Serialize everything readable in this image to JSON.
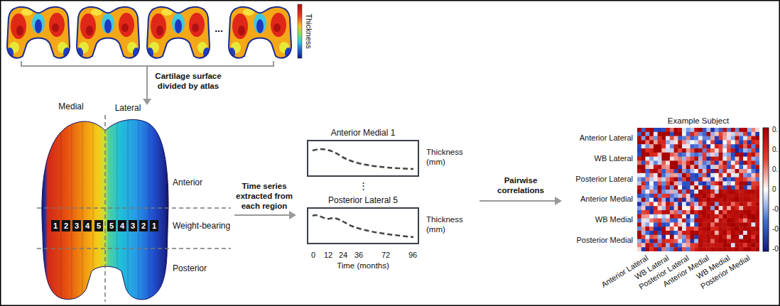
{
  "diagram": {
    "nodes": [
      {
        "text": [
          "Anterior Medial 1"
        ]
      },
      {
        "text": [
          "Posterior Lateral 5"
        ]
      },
      {
        "text": [
          "Example Subject"
        ]
      }
    ],
    "labels": [
      "Thickness",
      "...",
      "Cartilage surface divided by atlas",
      "Medial",
      "Lateral",
      "Anterior",
      "Weight-bearing",
      "Posterior",
      "1",
      "2",
      "3",
      "4",
      "5",
      "5",
      "4",
      "3",
      "2",
      "1",
      "Time series extracted from each region",
      "Thickness (mm)",
      "⋮",
      "Thickness (mm)",
      "0",
      "12",
      "24",
      "36",
      "72",
      "96",
      "Time (months)",
      "Pairwise correlations",
      "Anterior Lateral",
      "WB Lateral",
      "Posterior Lateral",
      "Anterior Medial",
      "WB Medial",
      "Posterior Medial",
      "Anterior Lateral",
      "WB Lateral",
      "Posterior Lateral",
      "Anterior Medial",
      "WB Medial",
      "Posterior Medial",
      "0.",
      "0.",
      "0.",
      "0",
      "-0",
      "-0",
      "-0"
    ]
  }
}
